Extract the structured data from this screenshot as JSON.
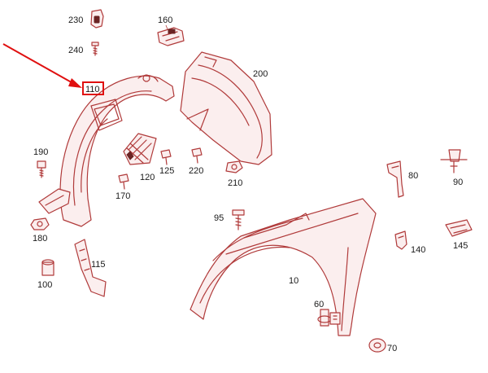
{
  "diagram": {
    "highlighted_part": "110",
    "highlight_color": "#e01010",
    "line_color": "#b03a3a",
    "callouts": {
      "p10": "10",
      "p60": "60",
      "p70": "70",
      "p80": "80",
      "p90": "90",
      "p95": "95",
      "p100": "100",
      "p110": "110",
      "p115": "115",
      "p120": "120",
      "p125": "125",
      "p140": "140",
      "p145": "145",
      "p160": "160",
      "p170": "170",
      "p180": "180",
      "p190": "190",
      "p200": "200",
      "p210": "210",
      "p220": "220",
      "p230": "230",
      "p240": "240"
    }
  }
}
